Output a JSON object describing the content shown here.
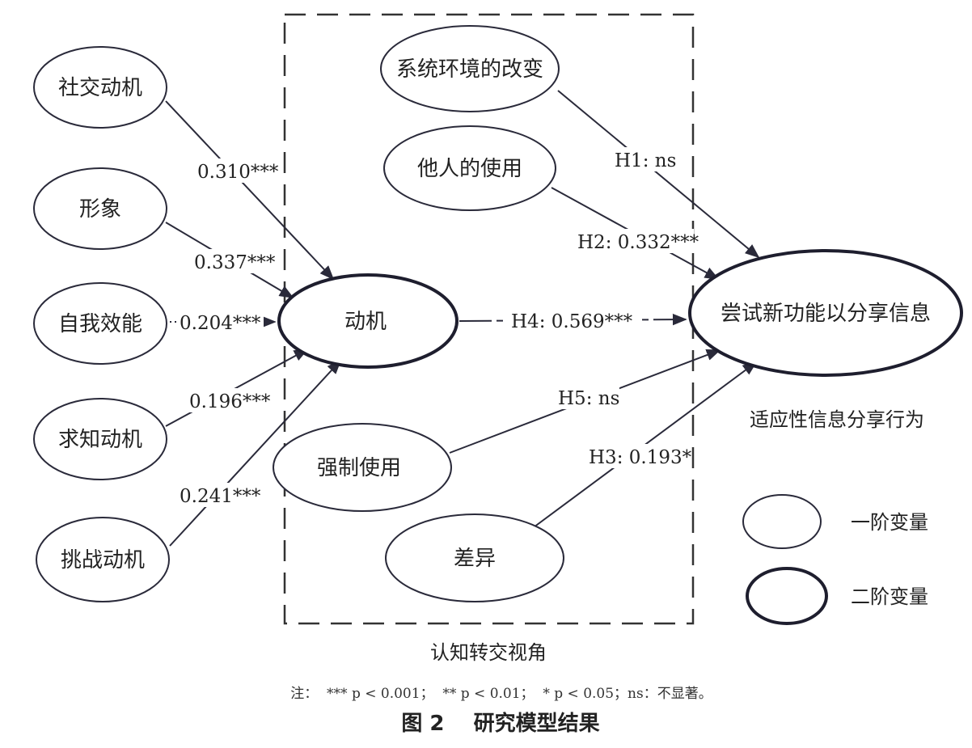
{
  "nodes": {
    "social_motive": "社交动机",
    "image": "形象",
    "self_efficacy": "自我效能",
    "knowledge_motive": "求知动机",
    "challenge_motive": "挑战动机",
    "motivation": "动机",
    "system_change": "系统环境的改变",
    "others_use": "他人的使用",
    "forced_use": "强制使用",
    "difference": "差异",
    "try_new_feature": "尝试新功能以分享信息"
  },
  "edges": {
    "social": "0.310***",
    "image": "0.337***",
    "efficacy": "0.204***",
    "knowledge": "0.196***",
    "challenge": "0.241***",
    "h1": "H1: ns",
    "h2": "H2: 0.332***",
    "h3": "H3: 0.193*",
    "h4": "H4: 0.569***",
    "h5": "H5: ns"
  },
  "labels": {
    "adaptive_behavior": "适应性信息分享行为",
    "cognitive_perspective": "认知转交视角"
  },
  "legend": {
    "first_order": "一阶变量",
    "second_order": "二阶变量"
  },
  "note": "注：  *** p < 0.001；  ** p < 0.01；  * p < 0.05；ns：不显著。",
  "caption": "图 2    研究模型结果",
  "colors": {
    "line": "#1e1e2e",
    "text": "#222222"
  }
}
